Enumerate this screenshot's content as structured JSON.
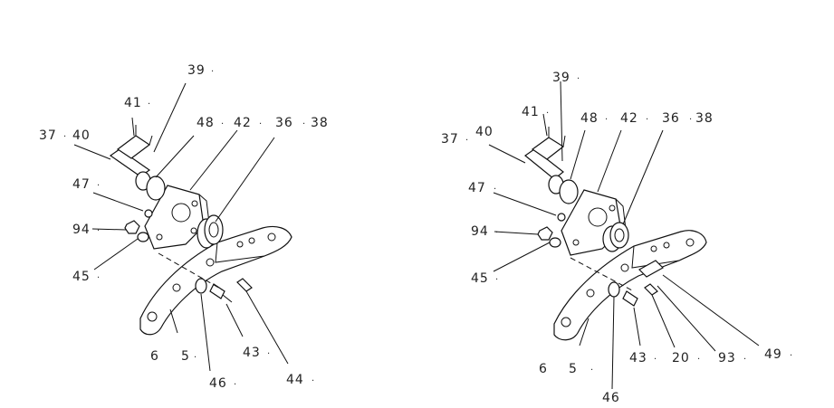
{
  "left": {
    "labels": {
      "l39": "39",
      "l41": "41",
      "l48": "48",
      "l42": "42",
      "l36": "36",
      "l38": "38",
      "l37": "37",
      "l40": "40",
      "l47": "47",
      "l94": "94",
      "l45": "45",
      "l6": "6",
      "l5": "5",
      "l43": "43",
      "l46": "46",
      "l44": "44"
    }
  },
  "right": {
    "labels": {
      "l39": "39",
      "l41": "41",
      "l48": "48",
      "l42": "42",
      "l36": "36",
      "l38": "38",
      "l37": "37",
      "l40": "40",
      "l47": "47",
      "l94": "94",
      "l45": "45",
      "l6": "6",
      "l5": "5",
      "l43": "43",
      "l20": "20",
      "l93": "93",
      "l49": "49",
      "l46": "46"
    }
  }
}
